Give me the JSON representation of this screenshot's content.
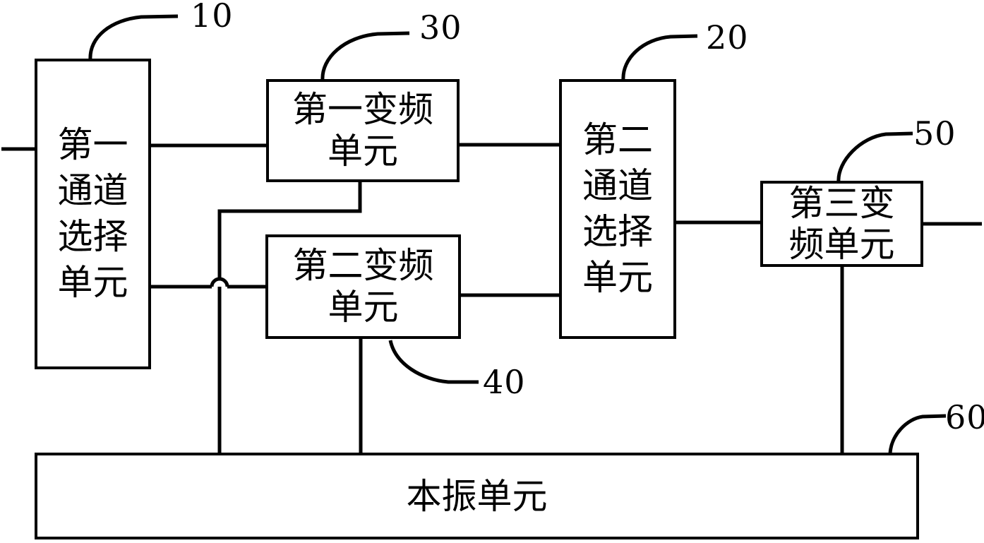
{
  "figure": {
    "type": "patent-block-diagram",
    "background_color": "#ffffff",
    "line_color": "#000000",
    "blocks": [
      {
        "key": "first_channel_selection_unit",
        "label": "第一\n通道\n选择\n单元",
        "ref": "10"
      },
      {
        "key": "first_frequency_conversion_unit",
        "label": "第一变频\n单元",
        "ref": "30"
      },
      {
        "key": "second_frequency_conversion_unit",
        "label": "第二变频\n单元",
        "ref": "40"
      },
      {
        "key": "second_channel_selection_unit",
        "label": "第二\n通道\n选择\n单元",
        "ref": "20"
      },
      {
        "key": "third_frequency_conversion_unit",
        "label": "第三变\n频单元",
        "ref": "50"
      },
      {
        "key": "local_oscillator_unit",
        "label": "本振单元",
        "ref": "60"
      }
    ]
  }
}
